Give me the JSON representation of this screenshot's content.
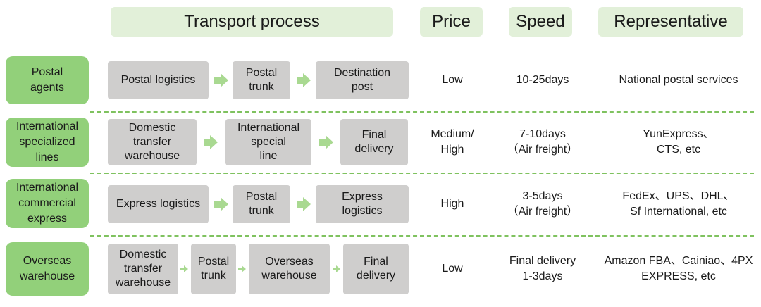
{
  "headers": {
    "transport": "Transport process",
    "price": "Price",
    "speed": "Speed",
    "representative": "Representative"
  },
  "rows": [
    {
      "category": "Postal\nagents",
      "steps": [
        "Postal logistics",
        "Postal\ntrunk",
        "Destination\npost"
      ],
      "price": "Low",
      "speed": "10-25days",
      "representative": "National postal services"
    },
    {
      "category": "International\nspecialized\nlines",
      "steps": [
        "Domestic\ntransfer\nwarehouse",
        "International\nspecial\nline",
        "Final\ndelivery"
      ],
      "price": "Medium/\nHigh",
      "speed": "7-10days\n（Air freight）",
      "representative": "YunExpress、\nCTS, etc"
    },
    {
      "category": "International\ncommercial\nexpress",
      "steps": [
        "Express logistics",
        "Postal\ntrunk",
        "Express\nlogistics"
      ],
      "price": "High",
      "speed": "3-5days\n（Air freight）",
      "representative": "FedEx、UPS、DHL、\nSf International, etc"
    },
    {
      "category": "Overseas\nwarehouse",
      "steps": [
        "Domestic\ntransfer\nwarehouse",
        "Postal\ntrunk",
        "Overseas\nwarehouse",
        "Final\ndelivery"
      ],
      "price": "Low",
      "speed": "Final delivery\n1-3days",
      "representative": "Amazon FBA、Cainiao、4PX\nEXPRESS, etc"
    }
  ],
  "colors": {
    "header_bg": "#e2f0d9",
    "category_bg": "#92d07a",
    "step_bg": "#cfcecd",
    "arrow": "#a9d991",
    "separator": "#7fc25f"
  }
}
